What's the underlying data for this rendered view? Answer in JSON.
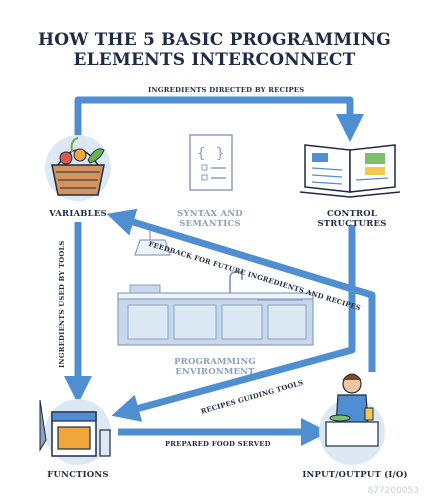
{
  "title": {
    "line1": "HOW THE 5 BASIC PROGRAMMING",
    "line2": "ELEMENTS INTERCONNECT"
  },
  "nodes": {
    "variables": "VARIABLES",
    "syntax": "SYNTAX AND SEMANTICS",
    "control": "CONTROL STRUCTURES",
    "environment": "PROGRAMMING ENVIRONMENT",
    "functions": "FUNCTIONS",
    "io": "INPUT/OUTPUT (I/O)"
  },
  "edges": {
    "top": "INGREDIENTS DIRECTED BY RECIPES",
    "feedback": "FEEDBACK FOR FUTURE INGREDIENTS AND RECIPES",
    "left": "INGREDIENTS USED BY TOOLS",
    "guiding": "RECIPES GUIDING TOOLS",
    "bottom": "PREPARED FOOD SERVED"
  },
  "watermark": "877200053",
  "colors": {
    "arrow": "#4f8fd1",
    "arrow_dark": "#2f6fb5",
    "circle": "#dde8f5",
    "ink": "#1f2a44",
    "muted": "#8aa0bf"
  }
}
